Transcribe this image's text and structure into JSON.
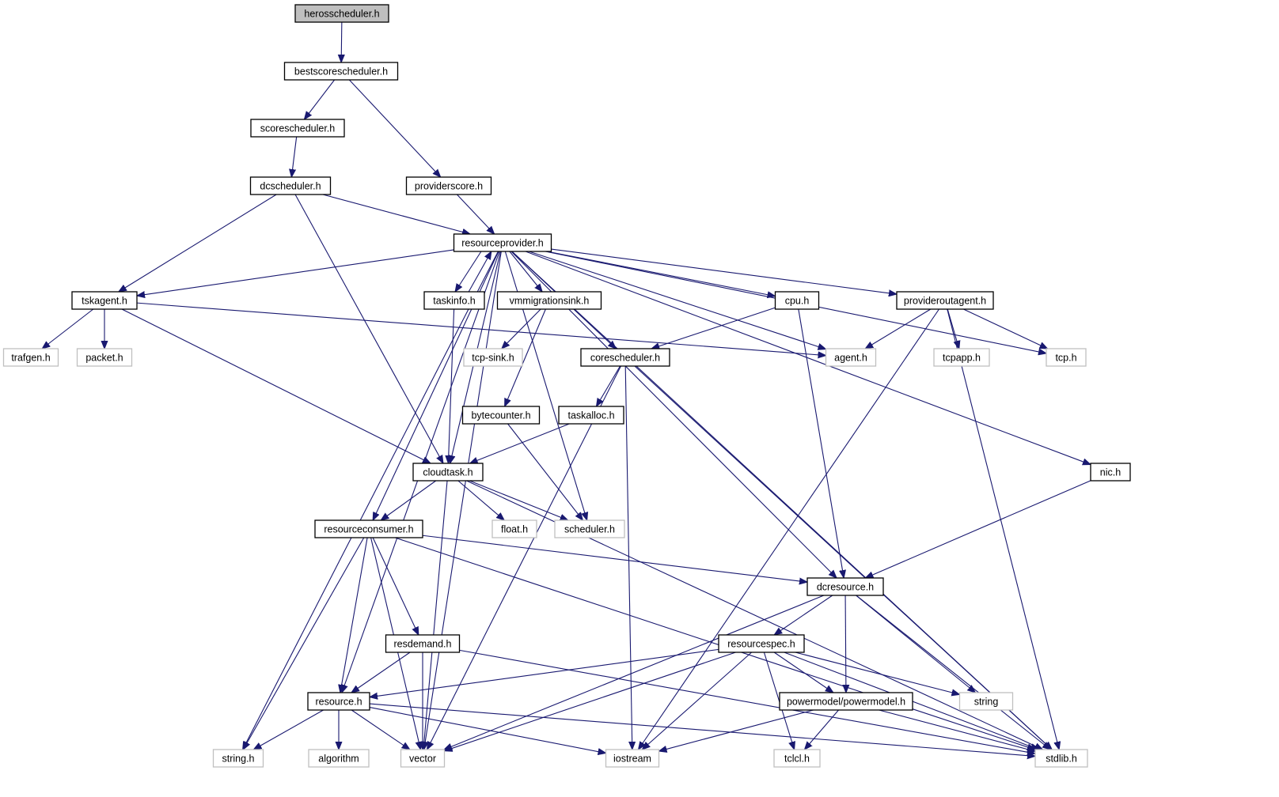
{
  "colors": {
    "edge": "#191970",
    "node_border": "#000000",
    "external_border": "#bfbfbf",
    "root_fill": "#bfbfbf"
  },
  "root": "herosscheduler.h",
  "nodes": [
    {
      "id": "herosscheduler.h",
      "kind": "root"
    },
    {
      "id": "bestscorescheduler.h",
      "kind": "documented"
    },
    {
      "id": "scorescheduler.h",
      "kind": "documented"
    },
    {
      "id": "providerscore.h",
      "kind": "documented"
    },
    {
      "id": "dcscheduler.h",
      "kind": "documented"
    },
    {
      "id": "resourceprovider.h",
      "kind": "documented"
    },
    {
      "id": "tskagent.h",
      "kind": "documented"
    },
    {
      "id": "taskinfo.h",
      "kind": "documented"
    },
    {
      "id": "vmmigrationsink.h",
      "kind": "documented"
    },
    {
      "id": "cpu.h",
      "kind": "documented"
    },
    {
      "id": "provideroutagent.h",
      "kind": "documented"
    },
    {
      "id": "trafgen.h",
      "kind": "external"
    },
    {
      "id": "packet.h",
      "kind": "external"
    },
    {
      "id": "tcp-sink.h",
      "kind": "external"
    },
    {
      "id": "corescheduler.h",
      "kind": "documented"
    },
    {
      "id": "agent.h",
      "kind": "external"
    },
    {
      "id": "tcpapp.h",
      "kind": "external"
    },
    {
      "id": "tcp.h",
      "kind": "external"
    },
    {
      "id": "bytecounter.h",
      "kind": "documented"
    },
    {
      "id": "taskalloc.h",
      "kind": "documented"
    },
    {
      "id": "cloudtask.h",
      "kind": "documented"
    },
    {
      "id": "nic.h",
      "kind": "documented"
    },
    {
      "id": "float.h",
      "kind": "external"
    },
    {
      "id": "scheduler.h",
      "kind": "external"
    },
    {
      "id": "resourceconsumer.h",
      "kind": "documented"
    },
    {
      "id": "dcresource.h",
      "kind": "documented"
    },
    {
      "id": "resdemand.h",
      "kind": "documented"
    },
    {
      "id": "resourcespec.h",
      "kind": "documented"
    },
    {
      "id": "resource.h",
      "kind": "documented"
    },
    {
      "id": "powermodel/powermodel.h",
      "kind": "documented"
    },
    {
      "id": "string",
      "kind": "external"
    },
    {
      "id": "string.h",
      "kind": "external"
    },
    {
      "id": "algorithm",
      "kind": "external"
    },
    {
      "id": "vector",
      "kind": "external"
    },
    {
      "id": "iostream",
      "kind": "external"
    },
    {
      "id": "tclcl.h",
      "kind": "external"
    },
    {
      "id": "stdlib.h",
      "kind": "external"
    }
  ],
  "edges": [
    [
      "herosscheduler.h",
      "bestscorescheduler.h"
    ],
    [
      "bestscorescheduler.h",
      "scorescheduler.h"
    ],
    [
      "bestscorescheduler.h",
      "providerscore.h"
    ],
    [
      "scorescheduler.h",
      "dcscheduler.h"
    ],
    [
      "dcscheduler.h",
      "resourceprovider.h"
    ],
    [
      "dcscheduler.h",
      "tskagent.h"
    ],
    [
      "dcscheduler.h",
      "cloudtask.h"
    ],
    [
      "providerscore.h",
      "resourceprovider.h"
    ],
    [
      "resourceprovider.h",
      "tskagent.h"
    ],
    [
      "resourceprovider.h",
      "taskinfo.h"
    ],
    [
      "resourceprovider.h",
      "vmmigrationsink.h"
    ],
    [
      "resourceprovider.h",
      "cpu.h"
    ],
    [
      "resourceprovider.h",
      "provideroutagent.h"
    ],
    [
      "resourceprovider.h",
      "agent.h"
    ],
    [
      "resourceprovider.h",
      "corescheduler.h"
    ],
    [
      "resourceprovider.h",
      "tcp.h"
    ],
    [
      "resourceprovider.h",
      "nic.h"
    ],
    [
      "resourceprovider.h",
      "stdlib.h"
    ],
    [
      "resourceprovider.h",
      "string.h"
    ],
    [
      "resourceprovider.h",
      "vector"
    ],
    [
      "resourceprovider.h",
      "resource.h"
    ],
    [
      "resourceprovider.h",
      "resourceconsumer.h"
    ],
    [
      "resourceprovider.h",
      "cloudtask.h"
    ],
    [
      "resourceprovider.h",
      "scheduler.h"
    ],
    [
      "resourceprovider.h",
      "dcresource.h"
    ],
    [
      "taskinfo.h",
      "resourceprovider.h"
    ],
    [
      "taskinfo.h",
      "cloudtask.h"
    ],
    [
      "tskagent.h",
      "trafgen.h"
    ],
    [
      "tskagent.h",
      "packet.h"
    ],
    [
      "tskagent.h",
      "agent.h"
    ],
    [
      "tskagent.h",
      "cloudtask.h"
    ],
    [
      "vmmigrationsink.h",
      "tcp-sink.h"
    ],
    [
      "vmmigrationsink.h",
      "bytecounter.h"
    ],
    [
      "cpu.h",
      "corescheduler.h"
    ],
    [
      "cpu.h",
      "dcresource.h"
    ],
    [
      "provideroutagent.h",
      "agent.h"
    ],
    [
      "provideroutagent.h",
      "tcpapp.h"
    ],
    [
      "provideroutagent.h",
      "tcp.h"
    ],
    [
      "provideroutagent.h",
      "iostream"
    ],
    [
      "provideroutagent.h",
      "stdlib.h"
    ],
    [
      "corescheduler.h",
      "taskalloc.h"
    ],
    [
      "corescheduler.h",
      "vector"
    ],
    [
      "corescheduler.h",
      "iostream"
    ],
    [
      "corescheduler.h",
      "stdlib.h"
    ],
    [
      "bytecounter.h",
      "scheduler.h"
    ],
    [
      "taskalloc.h",
      "cloudtask.h"
    ],
    [
      "cloudtask.h",
      "resourceconsumer.h"
    ],
    [
      "cloudtask.h",
      "float.h"
    ],
    [
      "cloudtask.h",
      "scheduler.h"
    ],
    [
      "cloudtask.h",
      "vector"
    ],
    [
      "cloudtask.h",
      "stdlib.h"
    ],
    [
      "nic.h",
      "dcresource.h"
    ],
    [
      "resourceconsumer.h",
      "dcresource.h"
    ],
    [
      "resourceconsumer.h",
      "resource.h"
    ],
    [
      "resourceconsumer.h",
      "resdemand.h"
    ],
    [
      "resourceconsumer.h",
      "string.h"
    ],
    [
      "resourceconsumer.h",
      "vector"
    ],
    [
      "resourceconsumer.h",
      "stdlib.h"
    ],
    [
      "dcresource.h",
      "resourcespec.h"
    ],
    [
      "dcresource.h",
      "powermodel/powermodel.h"
    ],
    [
      "dcresource.h",
      "string"
    ],
    [
      "dcresource.h",
      "stdlib.h"
    ],
    [
      "dcresource.h",
      "vector"
    ],
    [
      "resdemand.h",
      "resource.h"
    ],
    [
      "resdemand.h",
      "vector"
    ],
    [
      "resdemand.h",
      "stdlib.h"
    ],
    [
      "resourcespec.h",
      "resource.h"
    ],
    [
      "resourcespec.h",
      "vector"
    ],
    [
      "resourcespec.h",
      "iostream"
    ],
    [
      "resourcespec.h",
      "tclcl.h"
    ],
    [
      "resourcespec.h",
      "powermodel/powermodel.h"
    ],
    [
      "resourcespec.h",
      "string"
    ],
    [
      "resourcespec.h",
      "stdlib.h"
    ],
    [
      "resource.h",
      "string.h"
    ],
    [
      "resource.h",
      "algorithm"
    ],
    [
      "resource.h",
      "vector"
    ],
    [
      "resource.h",
      "iostream"
    ],
    [
      "resource.h",
      "stdlib.h"
    ],
    [
      "powermodel/powermodel.h",
      "iostream"
    ],
    [
      "powermodel/powermodel.h",
      "tclcl.h"
    ],
    [
      "powermodel/powermodel.h",
      "stdlib.h"
    ]
  ]
}
